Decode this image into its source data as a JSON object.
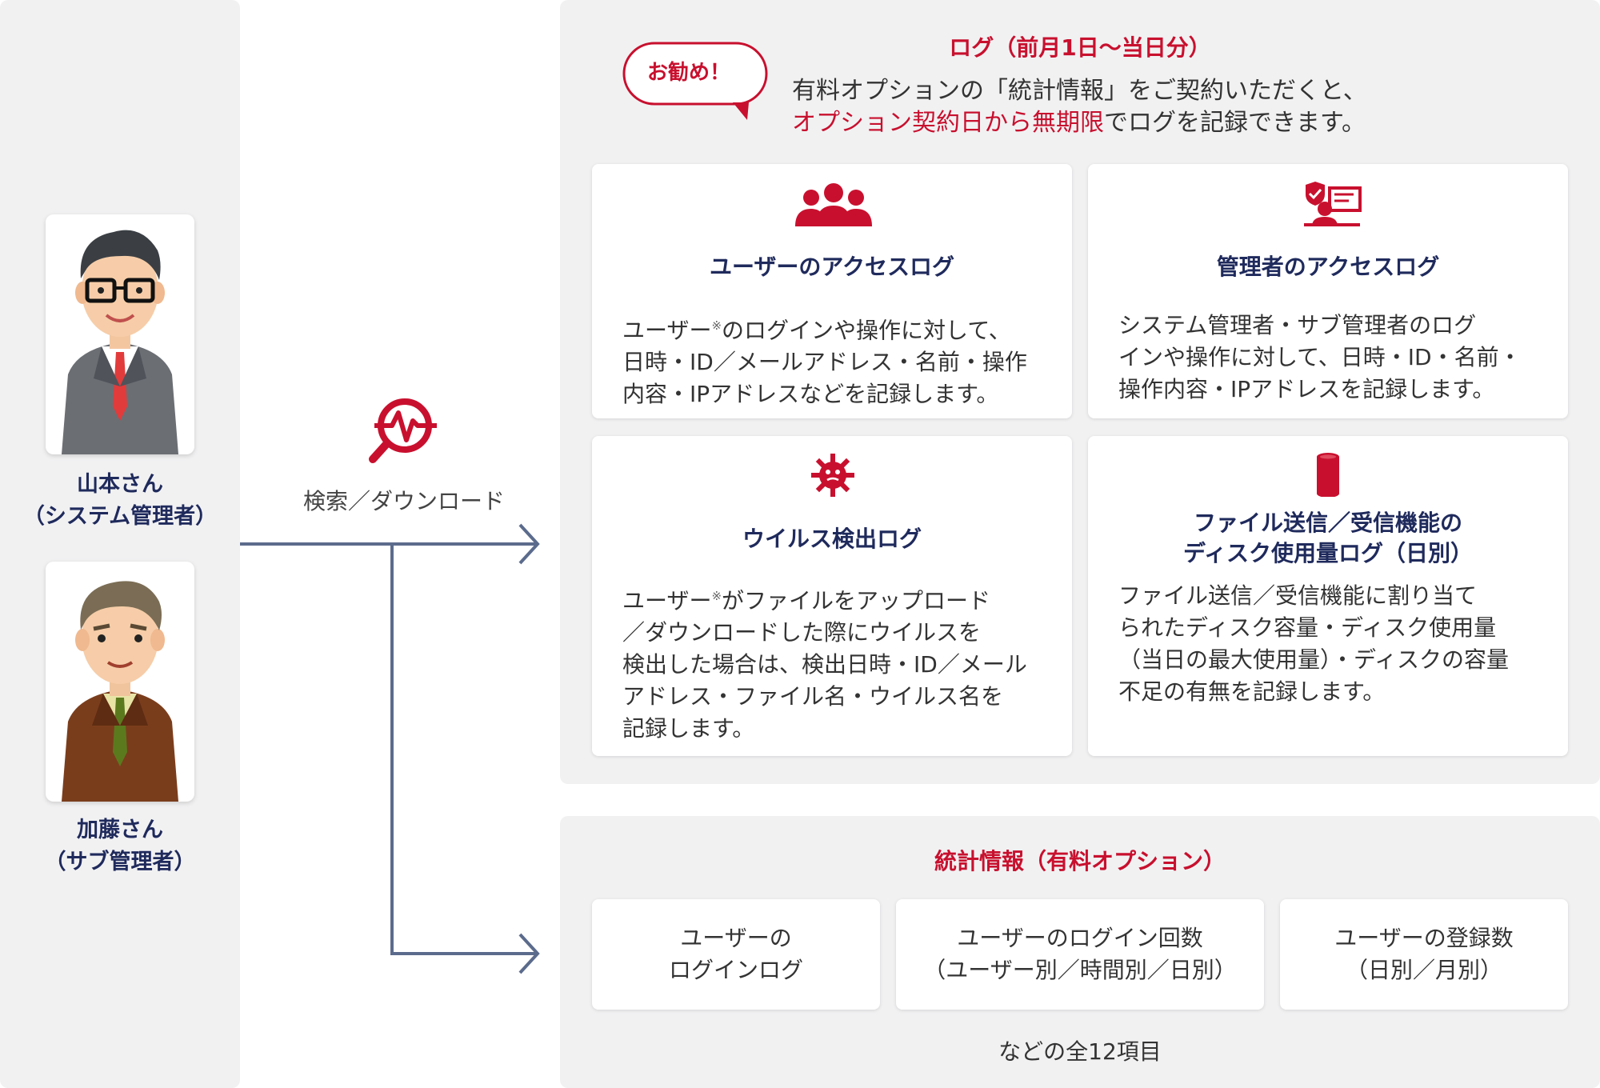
{
  "people": [
    {
      "name": "山本さん",
      "role": "（システム管理者）",
      "avatar": "man-with-glasses-red-tie",
      "avatar_id": "avatar-yamamoto"
    },
    {
      "name": "加藤さん",
      "role": "（サブ管理者）",
      "avatar": "man-brown-suit",
      "avatar_id": "avatar-kato"
    }
  ],
  "flow": {
    "label": "検索／ダウンロード",
    "icon": "search-activity-icon"
  },
  "log_section": {
    "title": "ログ（前月1日〜当日分）",
    "recommend_badge": "お勧め！",
    "recommend_line1": "有料オプションの「統計情報」をご契約いただくと、",
    "recommend_line2_red": "オプション契約日から無期限",
    "recommend_line2_rest": "でログを記録できます。",
    "cards": [
      {
        "icon": "users-group-icon",
        "title": "ユーザーのアクセスログ",
        "desc": [
          "ユーザー",
          "のログインや操作に対して、",
          "日時・ID／メールアドレス・名前・操作",
          "内容・IPアドレスなどを記録します。"
        ]
      },
      {
        "icon": "admin-monitor-icon",
        "title": "管理者のアクセスログ",
        "desc": [
          "システム管理者・サブ管理者のログ",
          "インや操作に対して、日時・ID・名前・",
          "操作内容・IPアドレスを記録します。"
        ]
      },
      {
        "icon": "virus-icon",
        "title": "ウイルス検出ログ",
        "desc": [
          "ユーザー",
          "がファイルをアップロード",
          "／ダウンロードした際にウイルスを",
          "検出した場合は、検出日時・ID／メール",
          "アドレス・ファイル名・ウイルス名を",
          "記録します。"
        ]
      },
      {
        "icon": "database-icon",
        "title_lines": [
          "ファイル送信／受信機能の",
          "ディスク使用量ログ（日別）"
        ],
        "desc": [
          "ファイル送信／受信機能に割り当て",
          "られたディスク容量・ディスク使用量",
          "（当日の最大使用量）・ディスクの容量",
          "不足の有無を記録します。"
        ]
      }
    ],
    "note_mark": "※"
  },
  "stats_section": {
    "title": "統計情報（有料オプション）",
    "items": [
      [
        "ユーザーの",
        "ログインログ"
      ],
      [
        "ユーザーのログイン回数",
        "（ユーザー別／時間別／日別）"
      ],
      [
        "ユーザーの登録数",
        "（日別／月別）"
      ]
    ],
    "note": "などの全12項目"
  },
  "colors": {
    "accent_red": "#c8102e",
    "navy": "#1f2a5c",
    "arrow": "#5b6b8c",
    "panel_bg": "#f1f1f2"
  }
}
